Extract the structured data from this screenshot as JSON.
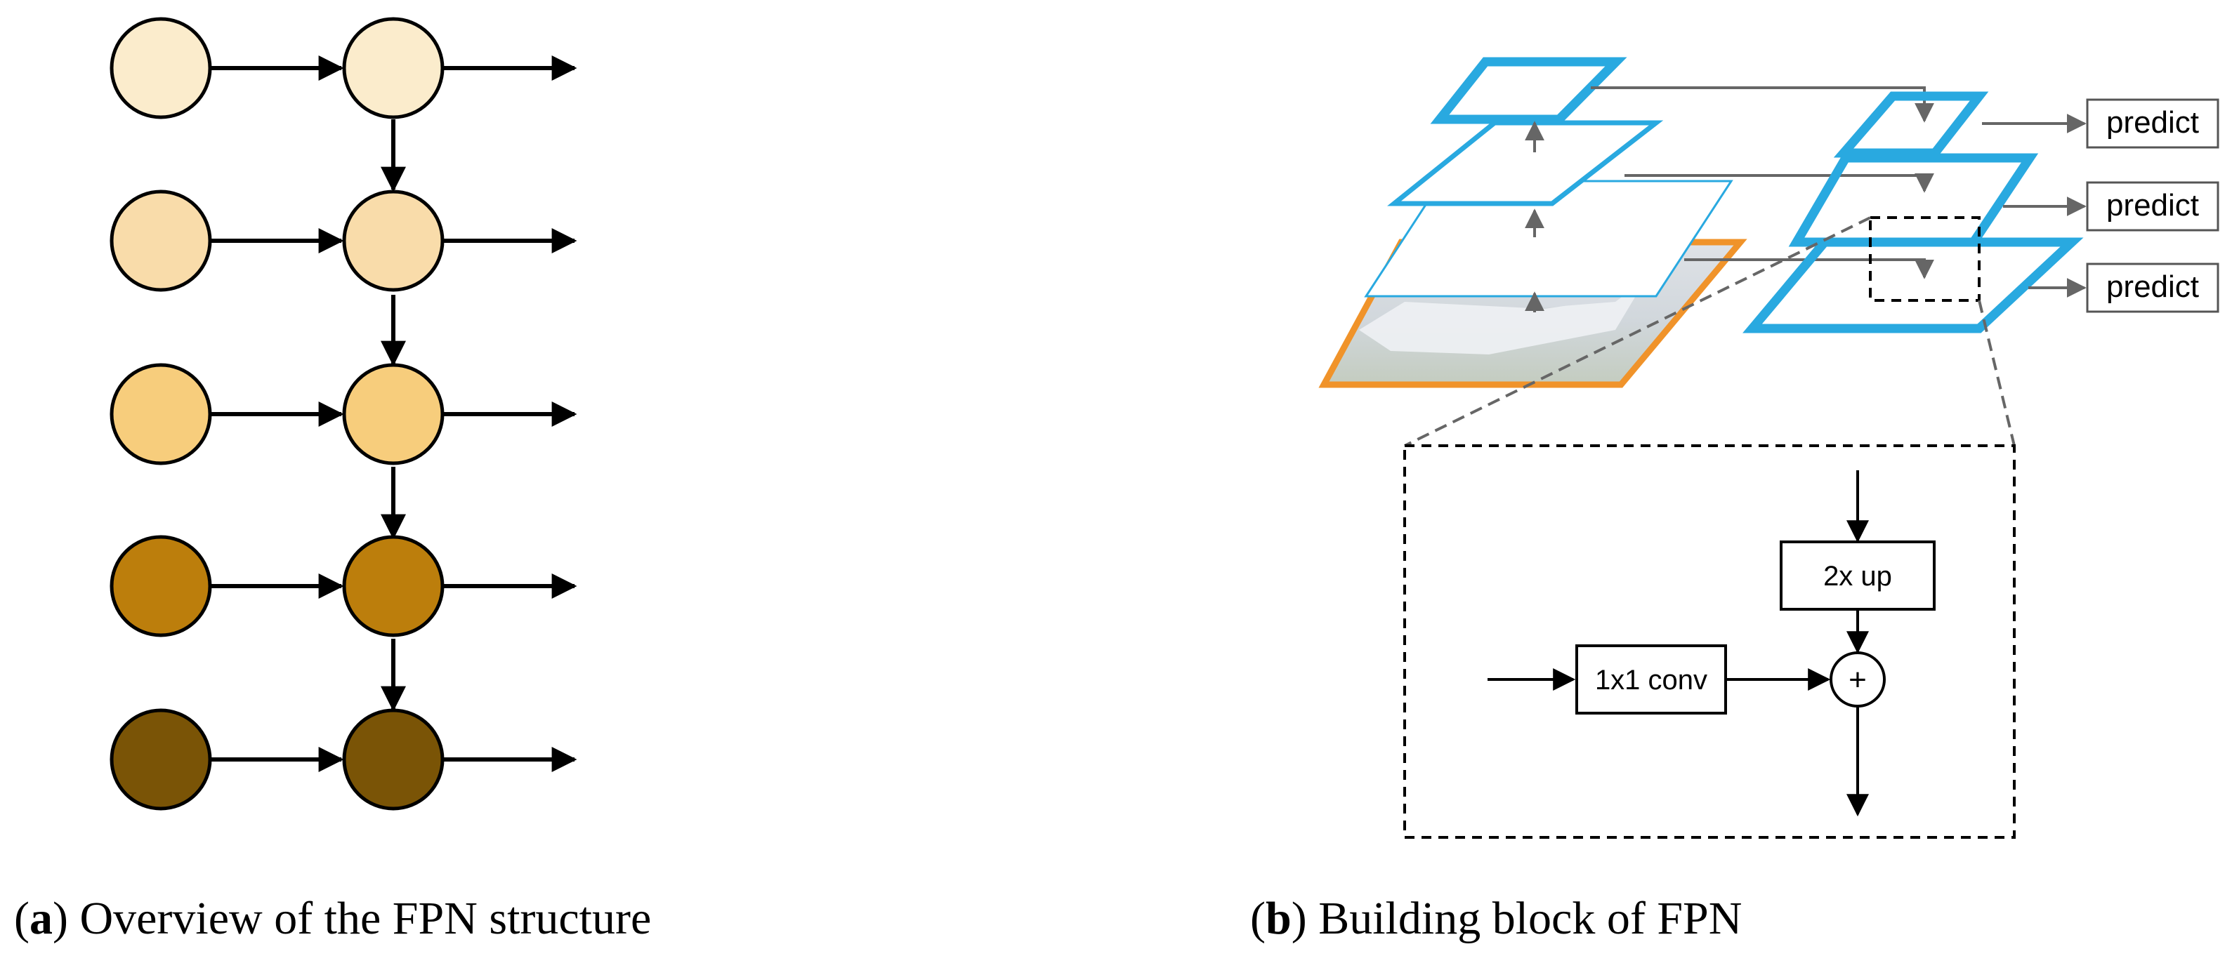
{
  "captions": {
    "a_letter": "a",
    "a_text": "Overview of the FPN structure",
    "b_letter": "b",
    "b_text": "Building block of FPN"
  },
  "labels": {
    "predict": "predict",
    "upsample": "2x up",
    "conv": "1x1 conv",
    "plus": "+"
  },
  "colors": {
    "level_fills": [
      "#fbeccc",
      "#f9dcaa",
      "#f7cd7c",
      "#bc7e0c",
      "#7a5406"
    ],
    "pyramid_blue": "#29a9e0",
    "image_orange": "#f0932a",
    "arrow_gray": "#666666",
    "ink": "#000000"
  }
}
